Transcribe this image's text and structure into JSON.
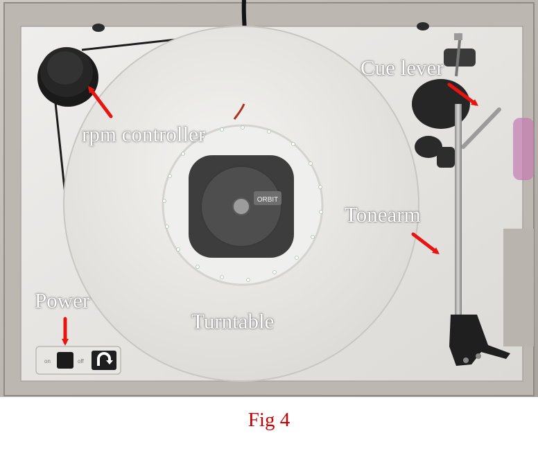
{
  "figure": {
    "caption": "Fig 4",
    "caption_color": "#cc0000",
    "arrow_color": "#e8140f",
    "labels": {
      "rpm_controller": "rpm controller",
      "cue_lever": "Cue lever",
      "tonearm": "Tonearm",
      "power": "Power",
      "turntable": "Turntable"
    },
    "device": {
      "brand_badge": "ORBIT",
      "switch_on": "on",
      "switch_off": "off"
    }
  }
}
